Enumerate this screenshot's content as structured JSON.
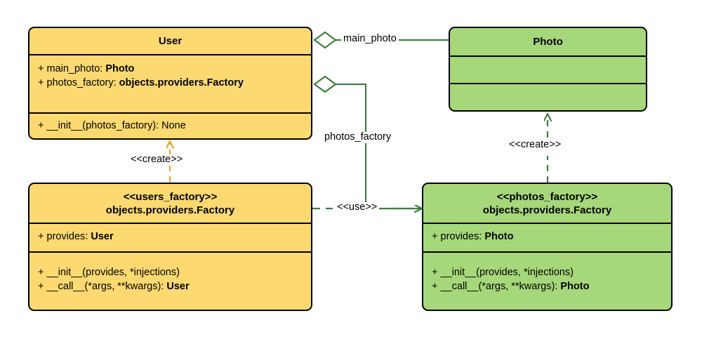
{
  "diagram": {
    "type": "uml-class-diagram",
    "colors": {
      "yellow_fill": "#fcd971",
      "green_fill": "#a6d77a",
      "outline": "#000000",
      "green_connector": "#3f7f42",
      "yellow_connector": "#e8a92a"
    }
  },
  "classes": {
    "user": {
      "name": "User",
      "attributes": [
        {
          "visibility": "+",
          "label": "main_photo: ",
          "type": "Photo"
        },
        {
          "visibility": "+",
          "label": "photos_factory: ",
          "type": "objects.providers.Factory"
        }
      ],
      "methods": [
        {
          "visibility": "+",
          "label": "__init__(photos_factory): None",
          "type": ""
        }
      ]
    },
    "photo": {
      "name": "Photo",
      "attributes": [],
      "methods": []
    },
    "users_factory": {
      "stereotype": "<<users_factory>>",
      "name": "objects.providers.Factory",
      "attributes": [
        {
          "visibility": "+",
          "label": "provides: ",
          "type": "User"
        }
      ],
      "methods": [
        {
          "visibility": "+",
          "label": "__init__(provides, *injections)",
          "type": ""
        },
        {
          "visibility": "+",
          "label": "__call__(*args, **kwargs): ",
          "type": "User"
        }
      ]
    },
    "photos_factory": {
      "stereotype": "<<photos_factory>>",
      "name": "objects.providers.Factory",
      "attributes": [
        {
          "visibility": "+",
          "label": "provides: ",
          "type": "Photo"
        }
      ],
      "methods": [
        {
          "visibility": "+",
          "label": "__init__(provides, *injections)",
          "type": ""
        },
        {
          "visibility": "+",
          "label": "__call__(*args, **kwargs): ",
          "type": "Photo"
        }
      ]
    }
  },
  "relationships": {
    "main_photo": {
      "label": "main_photo",
      "kind": "aggregation",
      "from": "User",
      "to": "Photo"
    },
    "photos_factory_assoc": {
      "label": "photos_factory",
      "kind": "aggregation",
      "from": "User",
      "to": "photos_factory"
    },
    "users_factory_create": {
      "label": "<<create>>",
      "kind": "dependency",
      "from": "users_factory",
      "to": "User"
    },
    "photos_factory_create": {
      "label": "<<create>>",
      "kind": "dependency",
      "from": "photos_factory",
      "to": "Photo"
    },
    "use": {
      "label": "<<use>>",
      "kind": "dependency",
      "from": "users_factory",
      "to": "photos_factory"
    }
  }
}
